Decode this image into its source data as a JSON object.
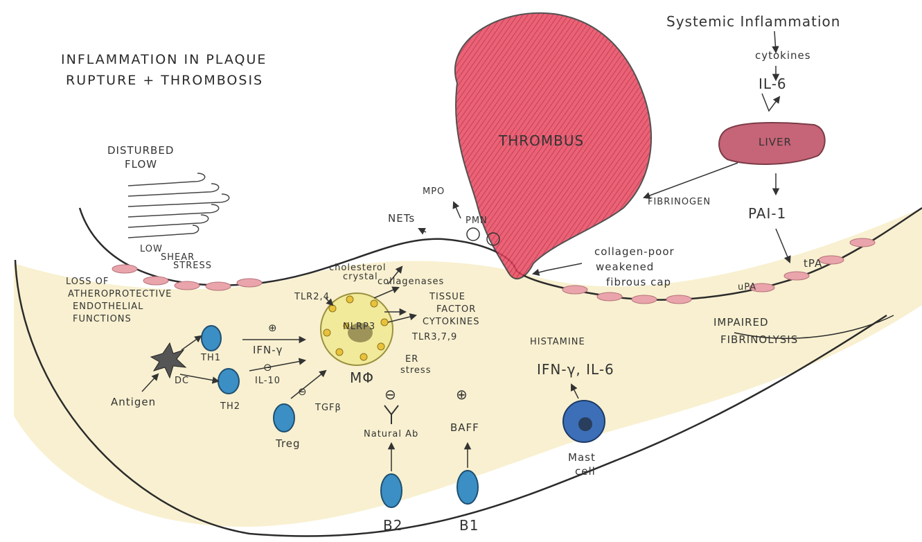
{
  "title_line1": "INFLAMMATION IN PLAQUE",
  "title_line2": "RUPTURE + THROMBOSIS",
  "systemic": {
    "heading": "Systemic Inflammation",
    "cytokines": "cytokines",
    "il6": "IL-6",
    "liver": "LIVER",
    "fibrinogen": "FIBRINOGEN",
    "pai1": "PAI-1",
    "tpa": "tPA",
    "upa": "uPA",
    "impaired_line1": "IMPAIRED",
    "impaired_line2": "FIBRINOLYSIS"
  },
  "flow": {
    "disturbed_line1": "DISTURBED",
    "disturbed_line2": "FLOW",
    "low_line1": "LOW",
    "low_line2": "SHEAR",
    "low_line3": "STRESS"
  },
  "endothelium": {
    "line1": "LOSS OF",
    "line2": "ATHEROPROTECTIVE",
    "line3": "ENDOTHELIAL",
    "line4": "FUNCTIONS"
  },
  "thrombus": {
    "label": "THROMBUS",
    "mpo": "MPO",
    "nets": "NETs",
    "pmn": "PMN"
  },
  "cap": {
    "line1": "collagen-poor",
    "line2": "weakened",
    "line3": "fibrous cap"
  },
  "macrophage": {
    "cholesterol_line1": "cholesterol",
    "cholesterol_line2": "crystal",
    "collagenases": "collagenases",
    "tissue_factor_line1": "TISSUE",
    "tissue_factor_line2": "FACTOR",
    "cytokines": "CYTOKINES",
    "tlr24": "TLR2,4",
    "nlrp3": "NLRP3",
    "tlr379": "TLR3,7,9",
    "er_line1": "ER",
    "er_line2": "stress",
    "label": "MΦ"
  },
  "tcells": {
    "antigen": "Antigen",
    "dc": "DC",
    "th1": "TH1",
    "th2": "TH2",
    "treg": "Treg",
    "plus": "⊕",
    "minus": "⊖",
    "ifng": "IFN-γ",
    "il10": "IL-10",
    "tgfb": "TGFβ",
    "treg_sign": "⊖"
  },
  "bcells": {
    "minus": "⊖",
    "plus": "⊕",
    "natural_ab": "Natural Ab",
    "baff": "BAFF",
    "b2": "B2",
    "b1": "B1"
  },
  "mast": {
    "histamine": "HISTAMINE",
    "mediators": "IFN-γ, IL-6",
    "label_line1": "Mast",
    "label_line2": "cell"
  },
  "colors": {
    "thrombus": "#d6374f",
    "macrophage": "#f1ea9a",
    "granule": "#e8c23a",
    "tcell": "#3b8fc4",
    "endothelial": "#d98a92",
    "wall": "#f6ecc4"
  }
}
